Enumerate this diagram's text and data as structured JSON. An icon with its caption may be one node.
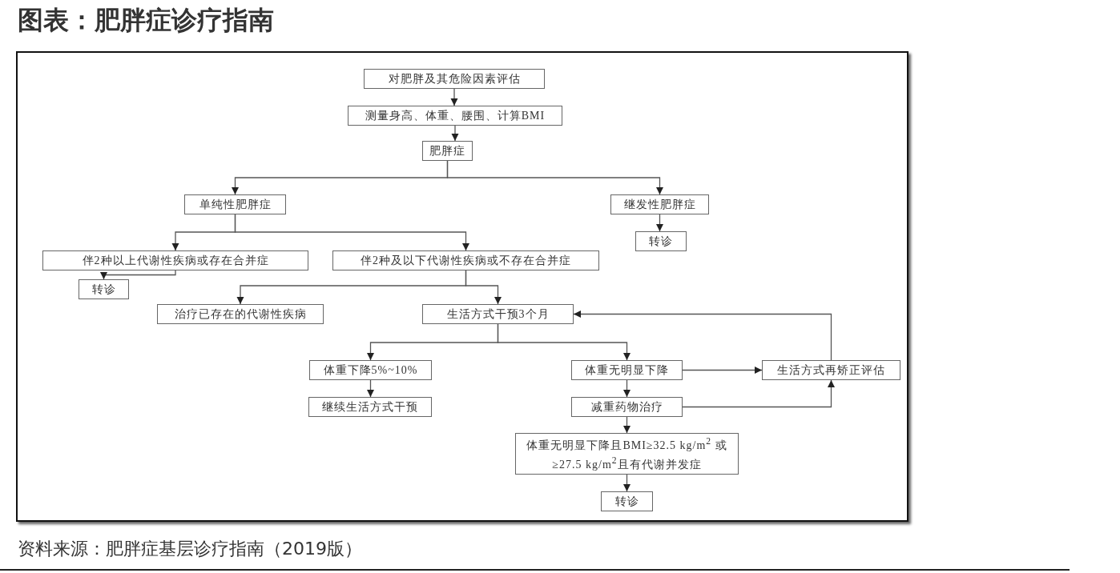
{
  "diagram": {
    "title": "图表：肥胖症诊疗指南",
    "caption": "资料来源：肥胖症基层诊疗指南（2019版）",
    "nodes": [
      {
        "text": [
          "对肥胖及其危险因素评估"
        ]
      },
      {
        "text": [
          "测量身高、体重、腰围、计算BMI"
        ]
      },
      {
        "text": [
          "肥胖症"
        ]
      },
      {
        "text": [
          "单纯性肥胖症"
        ]
      },
      {
        "text": [
          "继发性肥胖症"
        ]
      },
      {
        "text": [
          "伴2种以上代谢性疾病或存在合并症"
        ]
      },
      {
        "text": [
          "伴2种及以下代谢性疾病或不存在合并症"
        ]
      },
      {
        "text": [
          "转诊"
        ]
      },
      {
        "text": [
          "转诊"
        ]
      },
      {
        "text": [
          "治疗已存在的代谢性疾病"
        ]
      },
      {
        "text": [
          "生活方式干预3个月"
        ]
      },
      {
        "text": [
          "体重下降5%~10%"
        ]
      },
      {
        "text": [
          "体重无明显下降"
        ]
      },
      {
        "text": [
          "生活方式再矫正评估"
        ]
      },
      {
        "text": [
          "继续生活方式干预"
        ]
      },
      {
        "text": [
          "减重药物治疗"
        ]
      },
      {
        "text": [
          "体重无明显下降且BMI≥32.5 kg/m$^{2}$ 或≥27.5 kg/m$^{2}$且有代谢并发症"
        ]
      },
      {
        "text": [
          "转诊"
        ]
      }
    ],
    "edges": [
      {
        "from": 0,
        "to": 1,
        "arrow": "to"
      },
      {
        "from": 1,
        "to": 2,
        "arrow": "to"
      },
      {
        "from": 2,
        "to": 3,
        "arrow": "to"
      },
      {
        "from": 2,
        "to": 4,
        "arrow": "to"
      },
      {
        "from": 4,
        "to": 7,
        "arrow": "to"
      },
      {
        "from": 3,
        "to": 5,
        "arrow": "to"
      },
      {
        "from": 3,
        "to": 6,
        "arrow": "to"
      },
      {
        "from": 5,
        "to": 8,
        "arrow": "to"
      },
      {
        "from": 6,
        "to": 9,
        "arrow": "to"
      },
      {
        "from": 6,
        "to": 10,
        "arrow": "to"
      },
      {
        "from": 10,
        "to": 11,
        "arrow": "to"
      },
      {
        "from": 10,
        "to": 12,
        "arrow": "to"
      },
      {
        "from": 11,
        "to": 14,
        "arrow": "to"
      },
      {
        "from": 12,
        "to": 15,
        "arrow": "to"
      },
      {
        "from": 12,
        "to": 13,
        "arrow": "to"
      },
      {
        "from": 15,
        "to": 13,
        "arrow": "to"
      },
      {
        "from": 13,
        "to": 10,
        "arrow": "to"
      },
      {
        "from": 15,
        "to": 16,
        "arrow": "to"
      },
      {
        "from": 16,
        "to": 17,
        "arrow": "to"
      }
    ]
  }
}
